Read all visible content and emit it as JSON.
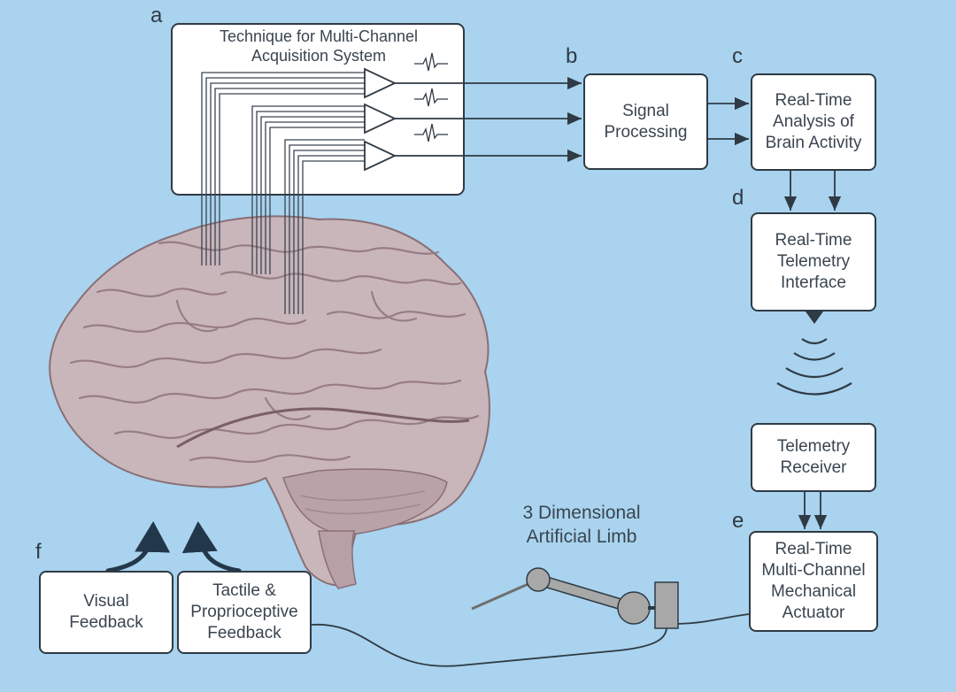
{
  "labels": {
    "a": "a",
    "b": "b",
    "c": "c",
    "d": "d",
    "e": "e",
    "f": "f"
  },
  "acquisition": {
    "title": "Technique for Multi-Channel\nAcquisition System"
  },
  "signal_processing": {
    "label": "Signal\nProcessing"
  },
  "analysis": {
    "label": "Real-Time\nAnalysis of\nBrain Activity"
  },
  "telemetry_interface": {
    "label": "Real-Time\nTelemetry\nInterface"
  },
  "telemetry_receiver": {
    "label": "Telemetry\nReceiver"
  },
  "actuator": {
    "label": "Real-Time\nMulti-Channel\nMechanical\nActuator"
  },
  "limb": {
    "label": "3 Dimensional\nArtificial Limb"
  },
  "visual_feedback": {
    "label": "Visual\nFeedback"
  },
  "tactile_feedback": {
    "label": "Tactile &\nProprioceptive\nFeedback"
  },
  "colors": {
    "background": "#a9d3ee",
    "box_border": "#2f3a44",
    "brain": "#c9b6ba",
    "limb": "#a8a8a8"
  }
}
